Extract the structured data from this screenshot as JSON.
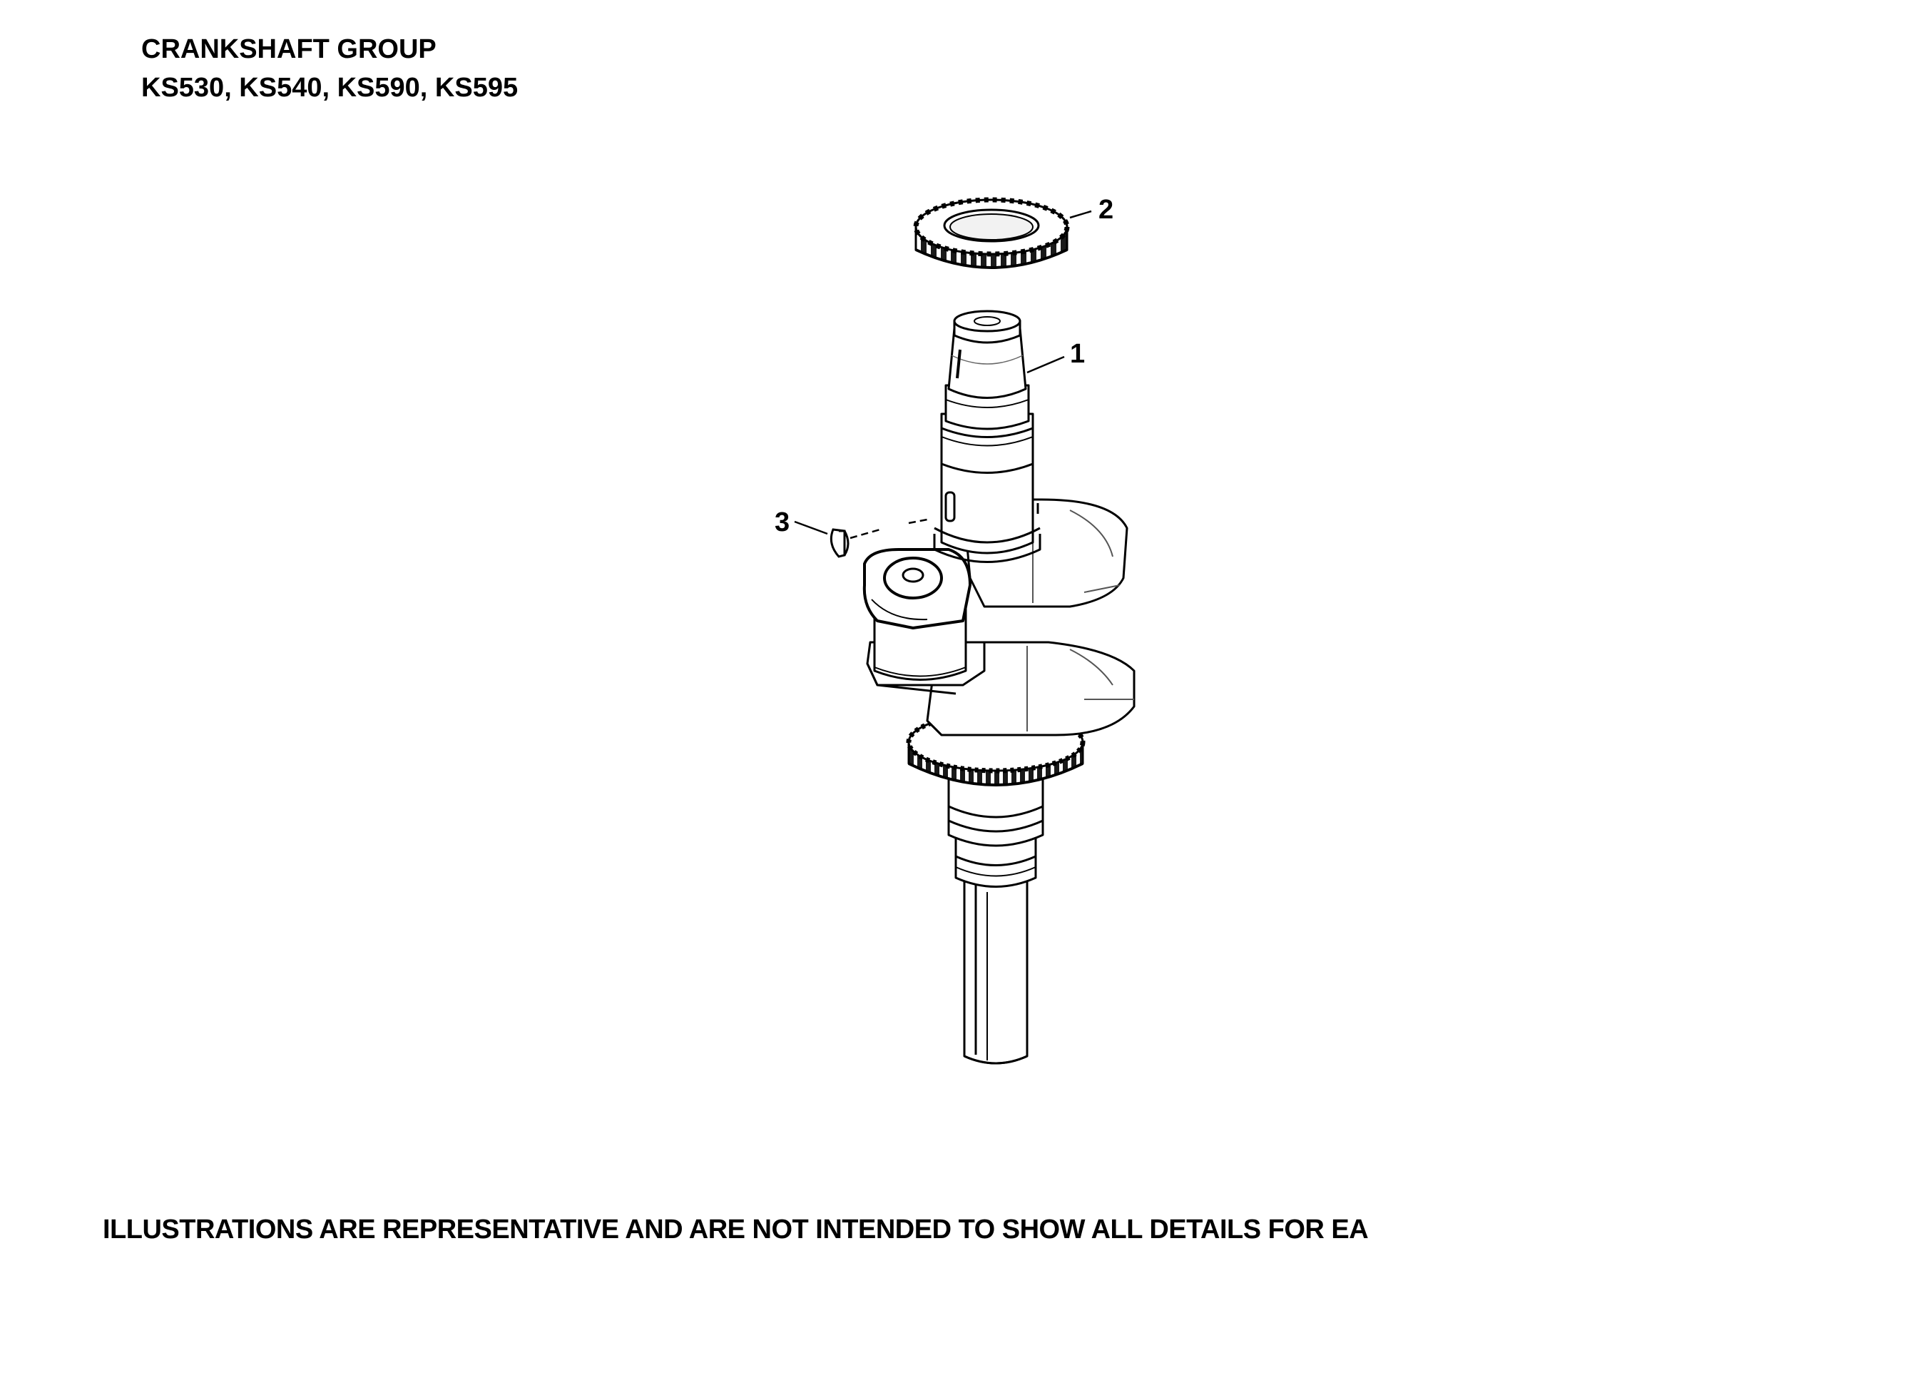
{
  "header": {
    "title": "CRANKSHAFT GROUP",
    "models": "KS530, KS540, KS590, KS595"
  },
  "footer": {
    "note": "ILLUSTRATIONS ARE REPRESENTATIVE AND ARE NOT INTENDED TO SHOW ALL DETAILS FOR EA"
  },
  "callouts": [
    {
      "number": "1",
      "part": "crankshaft"
    },
    {
      "number": "2",
      "part": "gear"
    },
    {
      "number": "3",
      "part": "key"
    }
  ],
  "colors": {
    "ink": "#000000",
    "background": "#ffffff",
    "shade": "#e8e8e8"
  }
}
